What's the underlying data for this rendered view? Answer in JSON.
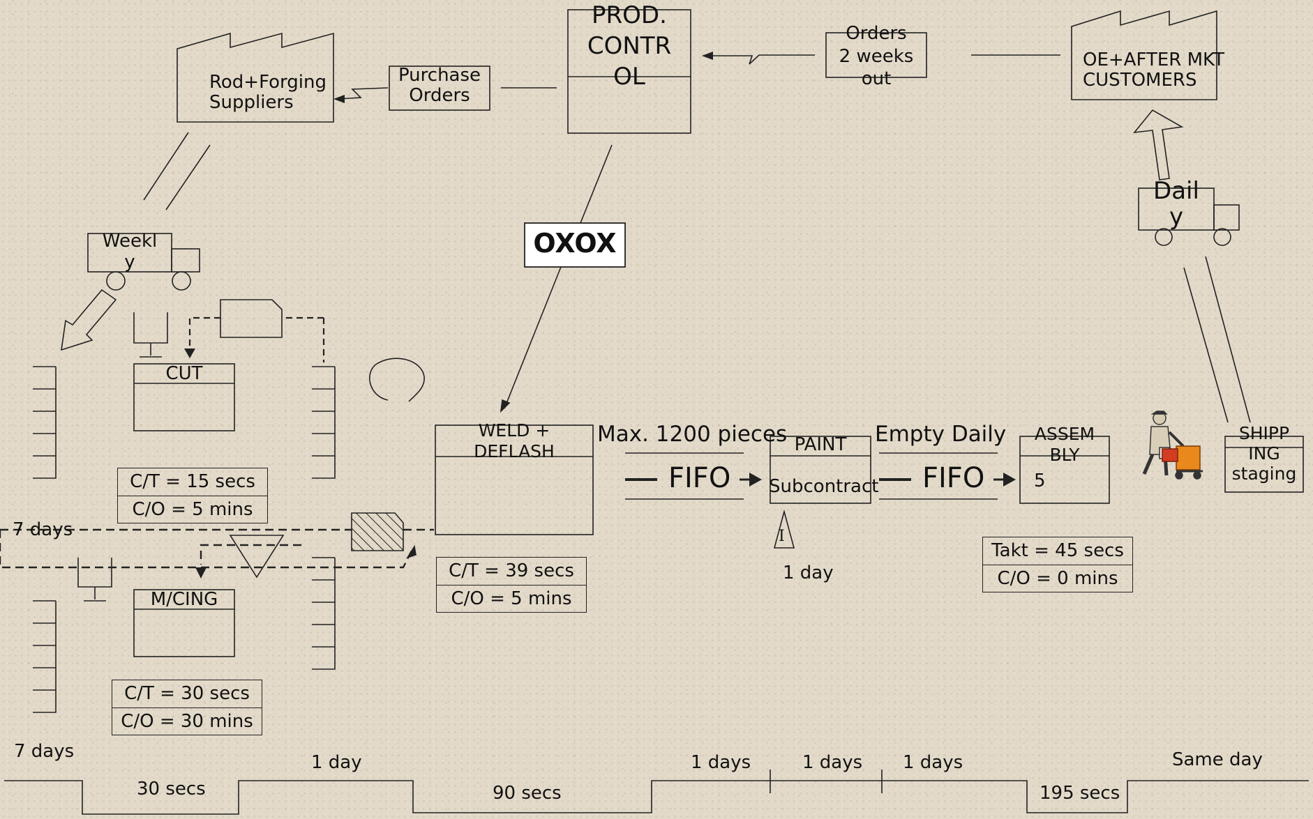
{
  "suppliers": {
    "label": "Rod+Forging\nSuppliers"
  },
  "customers": {
    "label": "OE+AFTER MKT\nCUSTOMERS"
  },
  "purchase_orders": {
    "label": "Purchase\nOrders"
  },
  "prod_control": {
    "label": "PROD.\nCONTR\nOL"
  },
  "customer_orders": {
    "label": "Orders\n2 weeks\nout"
  },
  "kaizen_burst": {
    "label": "OXOX"
  },
  "truck_weekly": {
    "label": "Weekl\ny"
  },
  "truck_daily": {
    "label": "Dail\ny"
  },
  "processes": {
    "cut": {
      "name": "CUT",
      "ct": "C/T = 15 secs",
      "co": "C/O = 5 mins"
    },
    "mcing": {
      "name": "M/CING",
      "ct": "C/T = 30 secs",
      "co": "C/O = 30 mins"
    },
    "weld": {
      "name": "WELD +\nDEFLASH",
      "ct": "C/T = 39 secs",
      "co": "C/O = 5 mins"
    },
    "paint": {
      "name": "PAINT",
      "sub": "Subcontract"
    },
    "assembly": {
      "name": "ASSEM\nBLY",
      "operators": "5",
      "takt": "Takt = 45 secs",
      "co": "C/O = 0 mins"
    },
    "shipping": {
      "name": "SHIPP\nING\nstaging"
    }
  },
  "fifo_1": {
    "max_label": "Max. 1200 pieces",
    "label": "FIFO"
  },
  "fifo_2": {
    "max_label": "Empty Daily",
    "label": "FIFO"
  },
  "paint_inventory": {
    "symbol": "I",
    "time": "1 day"
  },
  "seven_days_mid": "7 days",
  "timeline": {
    "top": [
      "7 days",
      "1 day",
      "1 days",
      "1 days",
      "1 days",
      "Same day"
    ],
    "bottom": [
      "30 secs",
      "90 secs",
      "195 secs"
    ]
  }
}
